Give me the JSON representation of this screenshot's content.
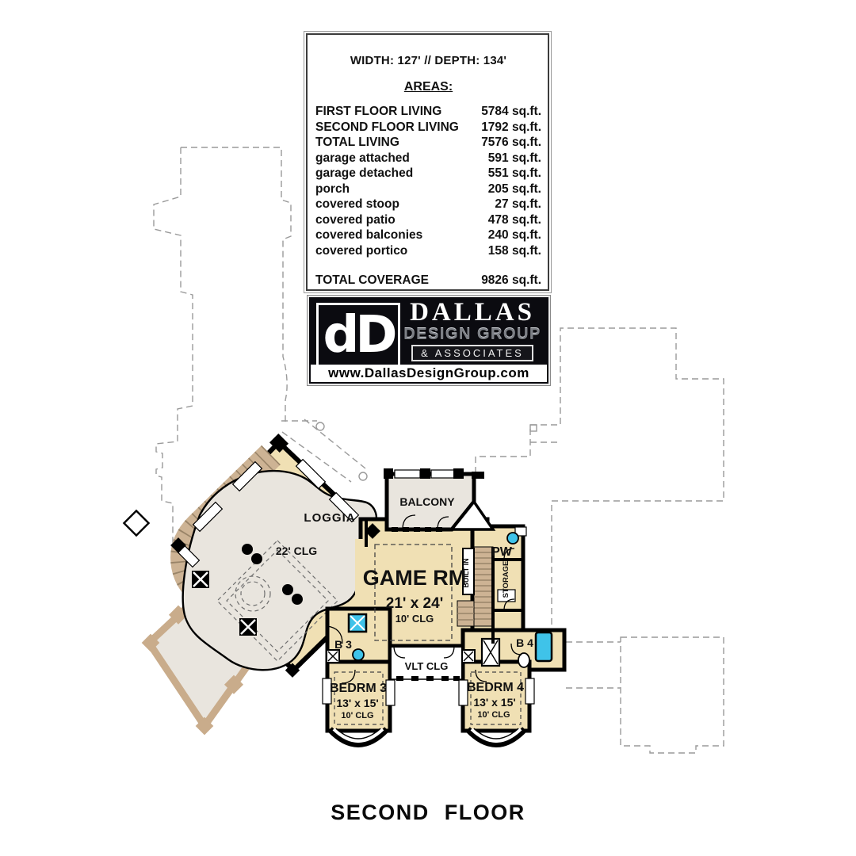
{
  "colors": {
    "tan": "#f0e0b4",
    "gray": "#e9e5de",
    "stair": "#cdb394",
    "tread": "#8f7b60",
    "beam": "#c9ac8b",
    "blue": "#3fc3e9",
    "wall": "#000000",
    "dash": "#9a9a9a"
  },
  "info_box": {
    "dimensions": "WIDTH: 127'  //  DEPTH: 134'",
    "areas_title": "AREAS:",
    "rows": [
      {
        "label": "FIRST FLOOR LIVING",
        "value": "5784 sq.ft."
      },
      {
        "label": "SECOND FLOOR LIVING",
        "value": "1792 sq.ft."
      },
      {
        "label": "TOTAL LIVING",
        "value": "7576 sq.ft."
      },
      {
        "label": "garage attached",
        "value": "591 sq.ft."
      },
      {
        "label": "garage detached",
        "value": "551 sq.ft."
      },
      {
        "label": "porch",
        "value": "205 sq.ft."
      },
      {
        "label": "covered stoop",
        "value": "27 sq.ft."
      },
      {
        "label": "covered patio",
        "value": "478 sq.ft."
      },
      {
        "label": "covered balconies",
        "value": "240 sq.ft."
      },
      {
        "label": "covered portico",
        "value": "158 sq.ft."
      }
    ],
    "total_label": "TOTAL COVERAGE",
    "total_value": "9826 sq.ft."
  },
  "logo": {
    "mark": "dD",
    "name": "DALLAS",
    "subtitle": "DESIGN GROUP",
    "associates": "& ASSOCIATES",
    "url": "www.DallasDesignGroup.com"
  },
  "plan": {
    "labels": {
      "loggia": "LOGGIA",
      "clg22": "22' CLG",
      "balcony": "BALCONY",
      "game": "GAME RM",
      "game_dim": "21' x 24'",
      "game_clg": "10' CLG",
      "built_in": "BUILT IN",
      "pw": "PW",
      "storage": "STORAGE",
      "b3": "B 3",
      "b4": "B 4",
      "vlt": "VLT CLG",
      "bedrm3": "BEDRM 3",
      "bedrm3_dim": "13' x 15'",
      "bedrm3_clg": "10' CLG",
      "bedrm4": "BEDRM 4",
      "bedrm4_dim": "13' x 15'",
      "bedrm4_clg": "10' CLG"
    }
  },
  "footer": {
    "title": "SECOND  FLOOR"
  }
}
